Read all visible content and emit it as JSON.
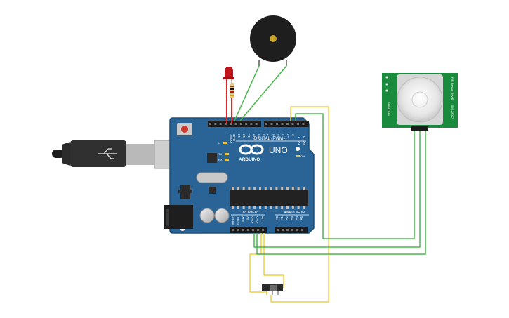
{
  "board": {
    "logo_text": "ARDUINO",
    "model_text": "UNO",
    "digital_header_label": "DIGITAL (PWM~)",
    "digital_pin_labels": [
      "AREF",
      "GND",
      "13",
      "12",
      "~11",
      "~10",
      "~9",
      "8",
      "7",
      "~6",
      "~5",
      "4",
      "~3",
      "2",
      "TX→1",
      "RX←0"
    ],
    "power_header_label": "POWER",
    "analog_header_label": "ANALOG IN",
    "power_pin_labels": [
      "IOREF",
      "RESET",
      "3.3V",
      "5V",
      "GND",
      "GND",
      "Vin"
    ],
    "analog_pin_labels": [
      "A0",
      "A1",
      "A2",
      "A3",
      "A4",
      "A5"
    ],
    "led_labels": {
      "l": "L",
      "tx": "TX",
      "rx": "RX",
      "on": "ON"
    }
  },
  "pir_sensor": {
    "side_text_left": "PARALLAX",
    "side_text_right": "PIR Sensor Rev B",
    "part_number": "555-28027"
  },
  "components": {
    "buzzer": "piezo-buzzer",
    "led": "red-led",
    "resistor": "resistor",
    "switch": "slide-switch",
    "usb": "usb-b-cable"
  },
  "colors": {
    "board": "#2a6496",
    "board_dark": "#1f4f7a",
    "pcb_green": "#1a8a3c",
    "wire_red": "#e0252b",
    "wire_green": "#47b84a",
    "wire_yellow": "#f2d13a",
    "led_red": "#c0141a",
    "buzzer": "#1e1e1e",
    "buzzer_center": "#c9a227"
  }
}
